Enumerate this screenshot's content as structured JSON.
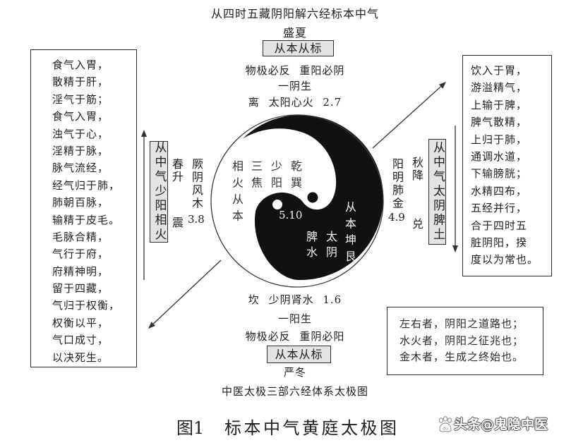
{
  "header": {
    "title": "从四时五藏阴阳解六经标本中气"
  },
  "summer": {
    "season": "盛夏",
    "box_label": "从本从标",
    "principle": "物极必反 重阳必阴",
    "birth": "一阴生",
    "trigram_line": "离 太阳心火 2.7"
  },
  "winter": {
    "trigram_line": "坎 少阴肾水 1.6",
    "birth": "一阳生",
    "principle": "物极必反 重阴必阳",
    "box_label": "从本从标",
    "season": "严冬"
  },
  "diagram_subtitle": "中医太极三部六经体系太极图",
  "spring": {
    "box_label": "从中气少阳相火",
    "season": "春升",
    "meridian": "厥阴风木",
    "trigram": "震",
    "number": "3.8"
  },
  "autumn": {
    "box_label": "从中气太阴脾土",
    "season": "秋降",
    "meridian": "阳明肺金",
    "trigram": "兑",
    "number": "4.9"
  },
  "taiji": {
    "yang_columns": [
      "乾巽",
      "少阳",
      "三焦",
      "相火从本"
    ],
    "center_number": "5.10",
    "yin_columns": [
      "从本坤艮",
      "太阴",
      "脾水"
    ],
    "colors": {
      "yin": "#111111",
      "yang": "#ffffff",
      "ring": "#3a3a3a"
    }
  },
  "left_quote": {
    "lines": [
      "食气入胃，",
      "散精于肝，",
      "淫气于筋；",
      "食气入胃，",
      "浊气于心，",
      "淫精于脉，",
      "脉气流经，",
      "经气归于肺，",
      "肺朝百脉，",
      "输精于皮毛。",
      "毛脉合精，",
      "气行于府，",
      "府精神明，",
      "留于四藏，",
      "气归于权衡，",
      "权衡以平，",
      "气口成寸，",
      "以决死生。"
    ]
  },
  "right_quote": {
    "lines": [
      "饮入于胃，",
      "游溢精气，",
      "上输于脾，",
      "脾气散精，",
      "上归于肺，",
      "通调水道，",
      "下输膀胱；",
      "水精四布，",
      "五经并行，",
      "合于四时五",
      "脏阴阳，揆",
      "度以为常也。"
    ]
  },
  "bottom_quote": {
    "lines": [
      "左右者，阴阳之道路也；",
      "水火者，阴阳之征兆也；",
      "金木者，生成之终始也。"
    ]
  },
  "caption": {
    "label": "图1",
    "title": "标本中气黄庭太极图"
  },
  "watermark": {
    "icon": "baidu-paw-icon",
    "platform": "头条",
    "handle": "@鬼隐中医"
  }
}
